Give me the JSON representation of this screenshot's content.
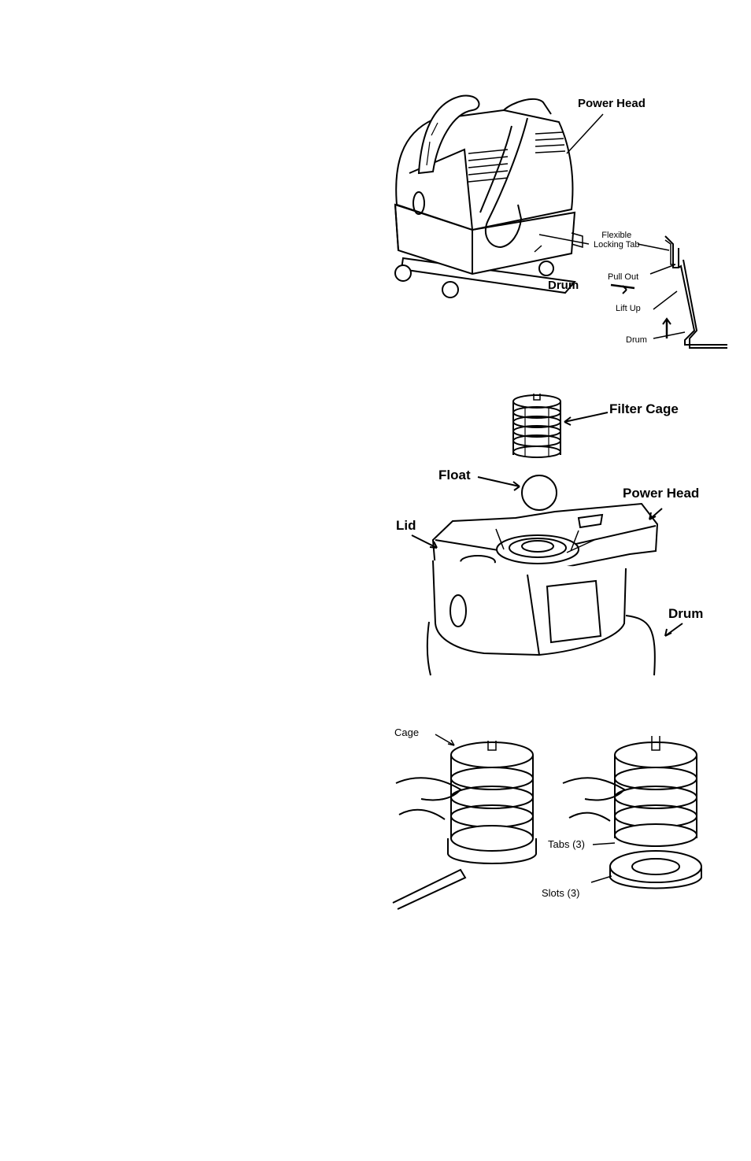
{
  "figure1": {
    "labels": {
      "power_head": "Power Head",
      "drum": "Drum",
      "flexible_locking_tab": "Flexible\nLocking Tab",
      "pull_out": "Pull Out",
      "lift_up": "Lift Up",
      "drum_detail": "Drum"
    }
  },
  "figure2": {
    "labels": {
      "filter_cage": "Filter Cage",
      "float": "Float",
      "power_head": "Power Head",
      "lid": "Lid",
      "drum": "Drum"
    }
  },
  "figure3": {
    "labels": {
      "cage": "Cage",
      "tabs": "Tabs (3)",
      "slots": "Slots (3)"
    }
  },
  "colors": {
    "ink": "#000000",
    "paper": "#ffffff",
    "shade": "#d9d9d9"
  }
}
